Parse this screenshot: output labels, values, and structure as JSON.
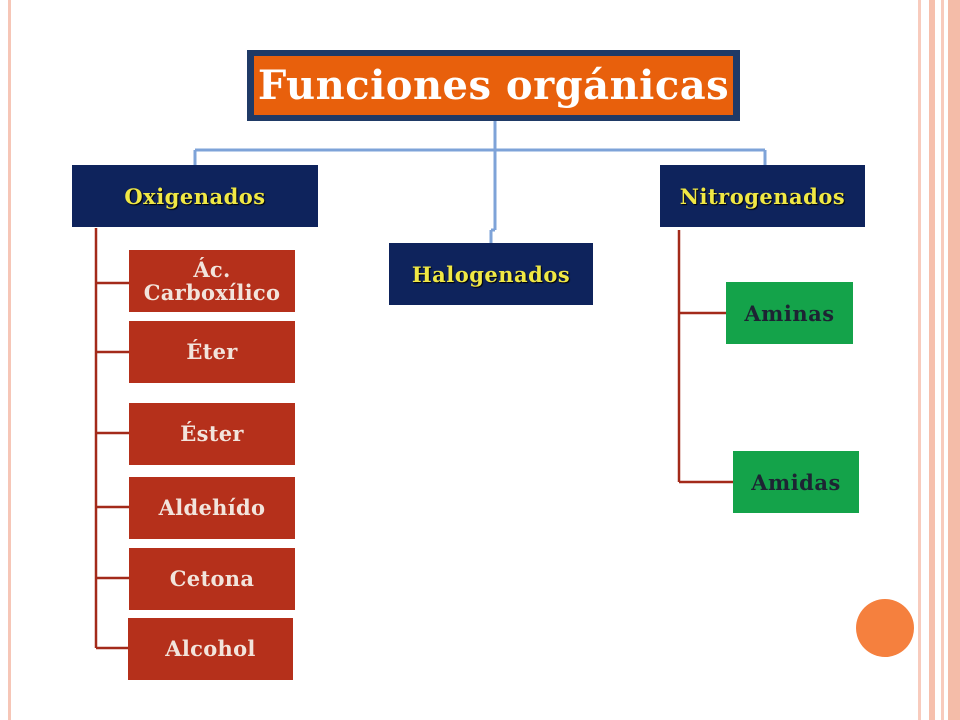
{
  "title": "Funciones orgánicas",
  "categories": {
    "oxigenados": {
      "label": "Oxigenados",
      "items": [
        "Ác. Carboxílico",
        "Éter",
        "Éster",
        "Aldehído",
        "Cetona",
        "Alcohol"
      ]
    },
    "halogenados": {
      "label": "Halogenados"
    },
    "nitrogenados": {
      "label": "Nitrogenados",
      "items": [
        "Aminas",
        "Amidas"
      ]
    }
  },
  "colors": {
    "title_bg": "#e8600c",
    "title_border": "#1f3a66",
    "category_bg": "#0e235c",
    "category_text": "#f0e845",
    "oxigenados_item_bg": "#b5301b",
    "nitrogenados_item_bg": "#14a34a",
    "connector_main": "#7ea3d8",
    "connector_branch": "#a32a1a",
    "accent_orb": "#f5803e"
  }
}
